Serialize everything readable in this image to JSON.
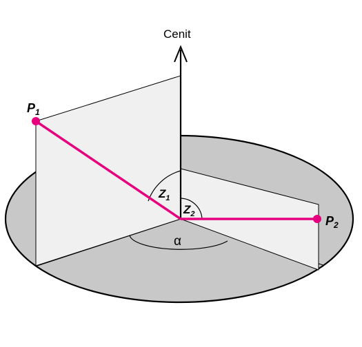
{
  "labels": {
    "zenith": "Cenit",
    "p1_base": "P",
    "p1_sub": "1",
    "p2_base": "P",
    "p2_sub": "2",
    "z1_base": "Z",
    "z1_sub": "1",
    "z2_base": "Z",
    "z2_sub": "2",
    "alpha": "α"
  },
  "colors": {
    "disk": "#c8c8c8",
    "plane": "#f0f0f0",
    "line": "#e6007e",
    "stroke": "#000000"
  }
}
